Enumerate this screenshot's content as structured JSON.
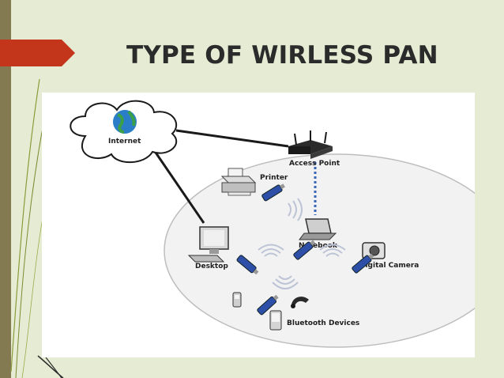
{
  "slide": {
    "title": "TYPE OF WIRLESS PAN",
    "accent_color": "#c4361c",
    "sidebar_color": "#837a52",
    "background_color": "#e6ecd4"
  },
  "diagram": {
    "labels": {
      "internet": "Internet",
      "access_point": "Access Point",
      "printer": "Printer",
      "notebook": "Notebook",
      "desktop": "Desktop",
      "digital_camera": "Digital Camera",
      "bluetooth_devices": "Bluetooth Devices"
    },
    "icons": [
      "cloud-icon",
      "globe-icon",
      "router-icon",
      "printer-icon",
      "laptop-icon",
      "desktop-computer-icon",
      "camera-icon",
      "phone-icon",
      "headset-icon",
      "pda-icon",
      "usb-adapter-icon",
      "wireless-waves-icon"
    ]
  }
}
